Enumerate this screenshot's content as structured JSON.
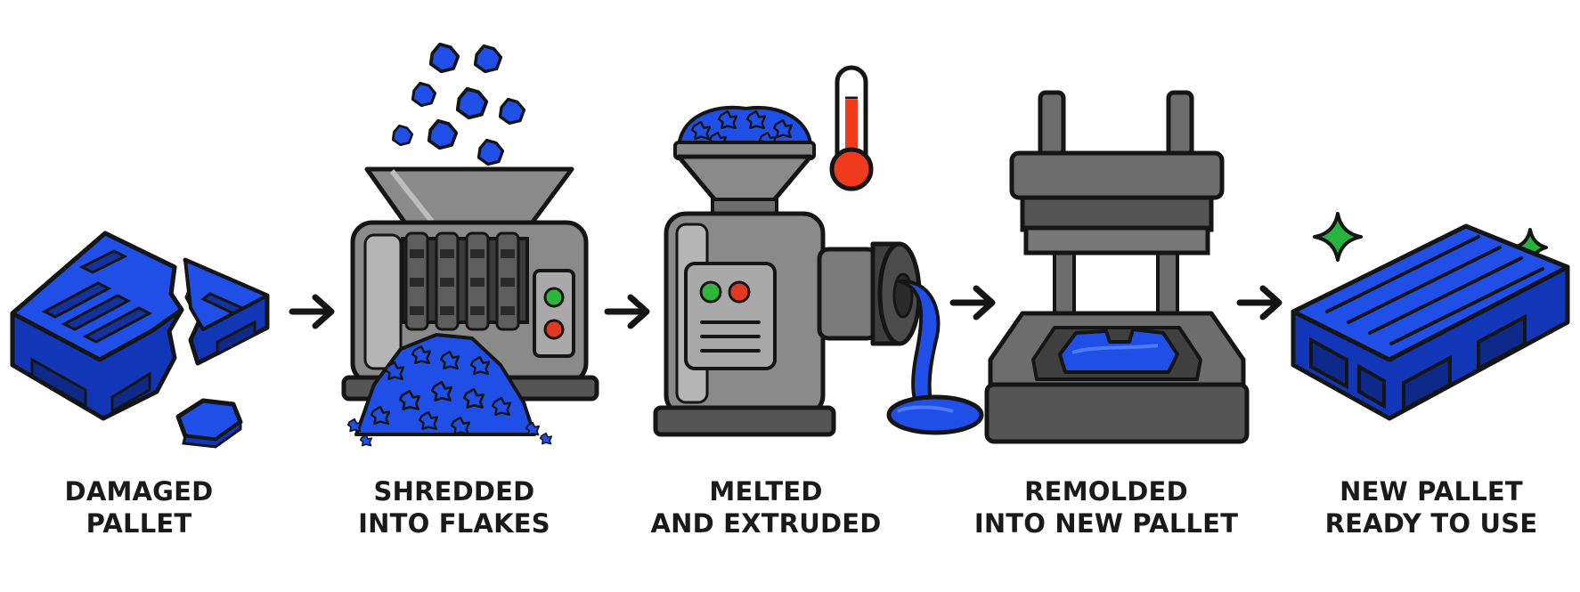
{
  "colors": {
    "plastic_blue": "#1f4fe6",
    "plastic_blue_dark": "#1236b8",
    "outline": "#151515",
    "machine_gray": "#8a8a8a",
    "machine_gray_dark": "#555555",
    "machine_gray_light": "#c2c2c2",
    "indicator_green": "#2fb53c",
    "indicator_red": "#e23a22",
    "sparkle_green": "#27b340",
    "thermometer_red": "#f03a1e"
  },
  "steps": [
    {
      "icon": "damaged-pallet-icon",
      "label_line1": "DAMAGED",
      "label_line2": "PALLET"
    },
    {
      "icon": "shredder-icon",
      "label_line1": "SHREDDED",
      "label_line2": "INTO FLAKES"
    },
    {
      "icon": "extruder-icon",
      "label_line1": "MELTED",
      "label_line2": "AND EXTRUDED"
    },
    {
      "icon": "mold-press-icon",
      "label_line1": "REMOLDED",
      "label_line2": "INTO NEW PALLET"
    },
    {
      "icon": "new-pallet-icon",
      "label_line1": "NEW PALLET",
      "label_line2": "READY TO USE"
    }
  ],
  "arrows": [
    "arrow-right-icon",
    "arrow-right-icon",
    "arrow-right-icon",
    "arrow-right-icon"
  ]
}
